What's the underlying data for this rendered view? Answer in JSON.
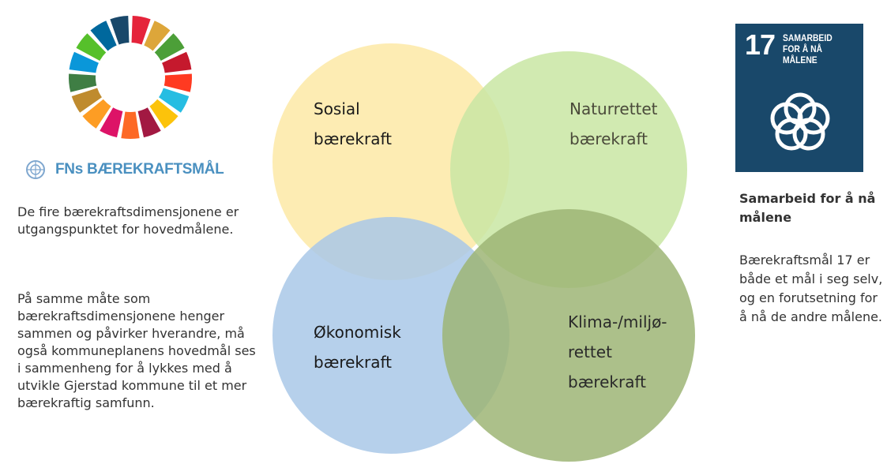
{
  "left": {
    "logo_title": "FNs BÆREKRAFTSMÅL",
    "paragraph1": "De fire bærekraftsdimensjonene er utgangspunktet for hovedmålene.",
    "paragraph2": "På samme måte som bærekraftsdimensjonene henger sammen og påvirker hverandre, må også kommuneplanens hovedmål ses i sammenheng for å lykkes med å utvikle Gjerstad kommune til et mer bærekraftig samfunn."
  },
  "venn": {
    "circles": [
      {
        "id": "sosial",
        "lines": [
          "Sosial",
          "bærekraft"
        ],
        "color": "#fde9a6",
        "text_color": "#1a1a1a"
      },
      {
        "id": "natur",
        "lines": [
          "Naturrettet",
          "bærekraft"
        ],
        "color": "#c9e6a3",
        "text_color": "#4a4a3a"
      },
      {
        "id": "okonomisk",
        "lines": [
          "Økonomisk",
          "bærekraft"
        ],
        "color": "#a9c8e8",
        "text_color": "#1a1a1a"
      },
      {
        "id": "klima",
        "lines": [
          "Klima-/miljø-",
          "rettet",
          "bærekraft"
        ],
        "color": "#9db575",
        "text_color": "#2a2a2a"
      }
    ]
  },
  "goal17": {
    "number": "17",
    "name_line1": "SAMARBEID",
    "name_line2": "FOR Å NÅ MÅLENE",
    "color": "#19486a",
    "icon": "interlocking-rings-icon"
  },
  "right": {
    "heading": "Samarbeid for å nå målene",
    "text": "Bærekraftsmål 17 er både et mål i seg selv, og en forutsetning for å nå de andre målene."
  }
}
